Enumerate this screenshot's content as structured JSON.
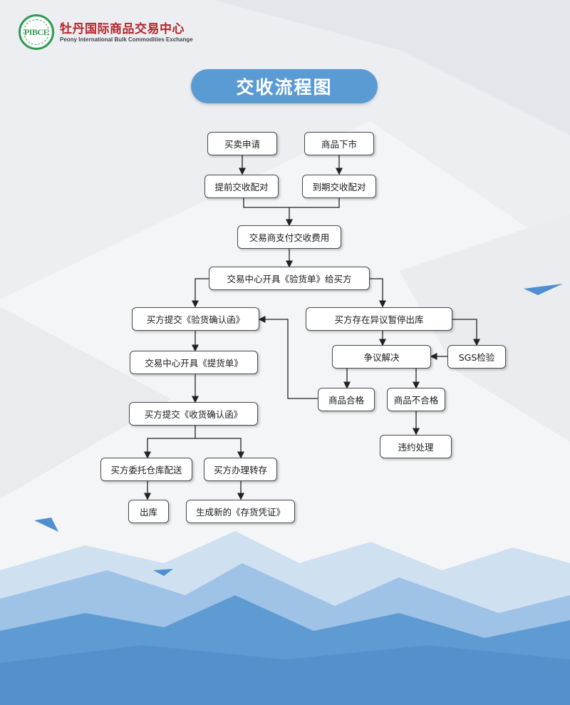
{
  "brand": {
    "seal_text": "PIBCE",
    "name_cn": "牡丹国际商品交易中心",
    "name_en": "Peony International Bulk Commodities Exchange"
  },
  "title": "交收流程图",
  "nodes": {
    "buy_sell_apply": "买卖申请",
    "delisting": "商品下市",
    "early_match": "提前交收配对",
    "expiry_match": "到期交收配对",
    "pay_fee": "交易商支付交收费用",
    "issue_inspection": "交易中心开具《验货单》给买方",
    "buyer_confirm_inspection": "买方提交《验货确认函》",
    "dispute_suspend": "买方存在异议暂停出库",
    "dispute_resolve": "争议解决",
    "sgs": "SGS检验",
    "issue_bill": "交易中心开具《提货单》",
    "qualified": "商品合格",
    "unqualified": "商品不合格",
    "buyer_confirm_receipt": "买方提交《收货确认函》",
    "breach": "违约处理",
    "warehouse_delivery": "买方委托仓库配送",
    "transfer": "买方办理转存",
    "outbound": "出库",
    "new_receipt": "生成新的《存货凭证》"
  },
  "colors": {
    "title_pill": "#5b9bd4",
    "brand_red": "#b3282d",
    "brand_green": "#2f9a52",
    "line": "#222222"
  }
}
